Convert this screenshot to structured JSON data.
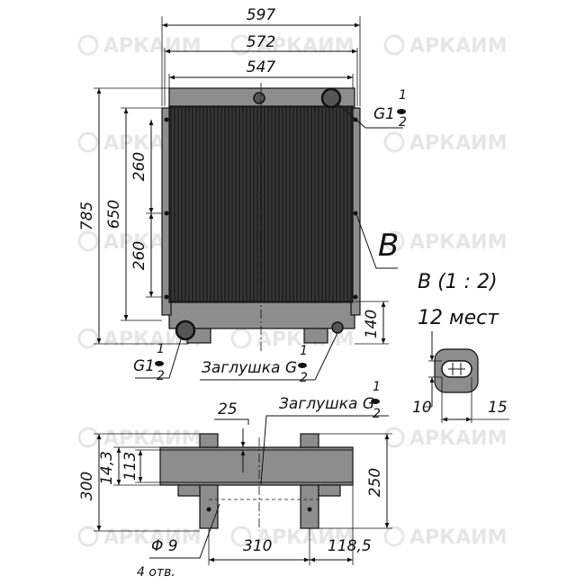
{
  "watermark": {
    "text": "АРКАИМ",
    "color": "#e6e6e6"
  },
  "front_view": {
    "dims": {
      "width_overall": "597",
      "width_mid": "572",
      "width_inner": "547",
      "height_overall": "785",
      "height_core": "650",
      "segment_upper": "260",
      "segment_lower": "260",
      "bottom_offset": "140"
    },
    "port_top": {
      "main": "G1",
      "num": "1",
      "den": "2"
    },
    "port_bottom": {
      "main": "G1",
      "num": "1",
      "den": "2"
    },
    "plug_bottom": {
      "label": "Заглушка G",
      "num": "1",
      "den": "2"
    },
    "detail_marker": "B"
  },
  "detail_view": {
    "title": "B (1 : 2)",
    "count": "12 мест",
    "dims": {
      "height": "10",
      "width": "15"
    }
  },
  "side_view": {
    "plug_top": {
      "label": "Заглушка G",
      "num": "1",
      "den": "2"
    },
    "dims": {
      "top_gap": "25",
      "height_overall": "300",
      "h_143": "14,3",
      "h_113": "113",
      "h_250": "250",
      "bolt_spacing": "310",
      "offset_right": "118,5",
      "hole_dia": "Φ 9",
      "hole_count": "4 отв."
    }
  },
  "colors": {
    "core": "#232323",
    "body": "#8d8d8d",
    "line": "#111111"
  }
}
